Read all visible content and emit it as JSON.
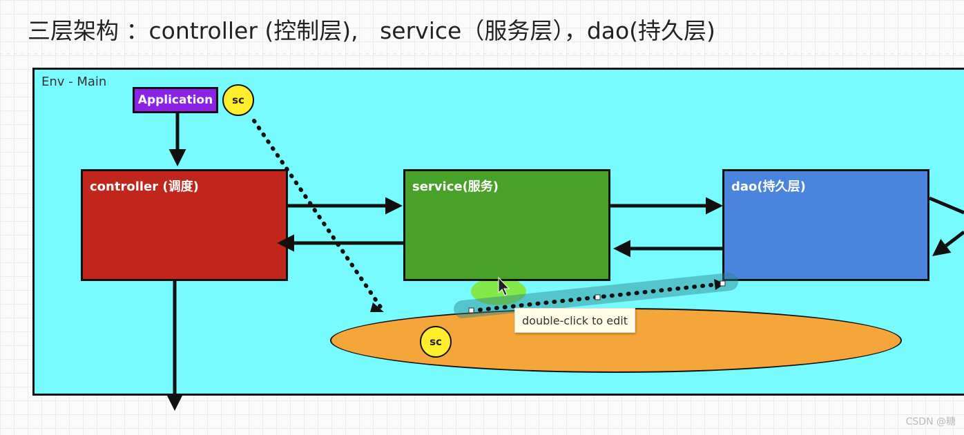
{
  "title": "三层架构 ：controller (控制层),   service（服务层），dao(持久层)",
  "env": {
    "label": "Env - Main",
    "color": "#77fbff"
  },
  "application": {
    "label": "Application",
    "color": "#8b22e6"
  },
  "badges": {
    "sc_top": "sc",
    "sc_ellipse": "sc"
  },
  "boxes": {
    "controller": {
      "label": "controller (调度)",
      "color": "#c1261c"
    },
    "service": {
      "label": "service(服务)",
      "color": "#4aa12a"
    },
    "dao": {
      "label": "dao(持久层)",
      "color": "#4b84dd"
    }
  },
  "ellipse": {
    "color": "#f5a63a"
  },
  "tooltip": {
    "text": "double-click to edit"
  },
  "watermark": "CSDN @糖"
}
